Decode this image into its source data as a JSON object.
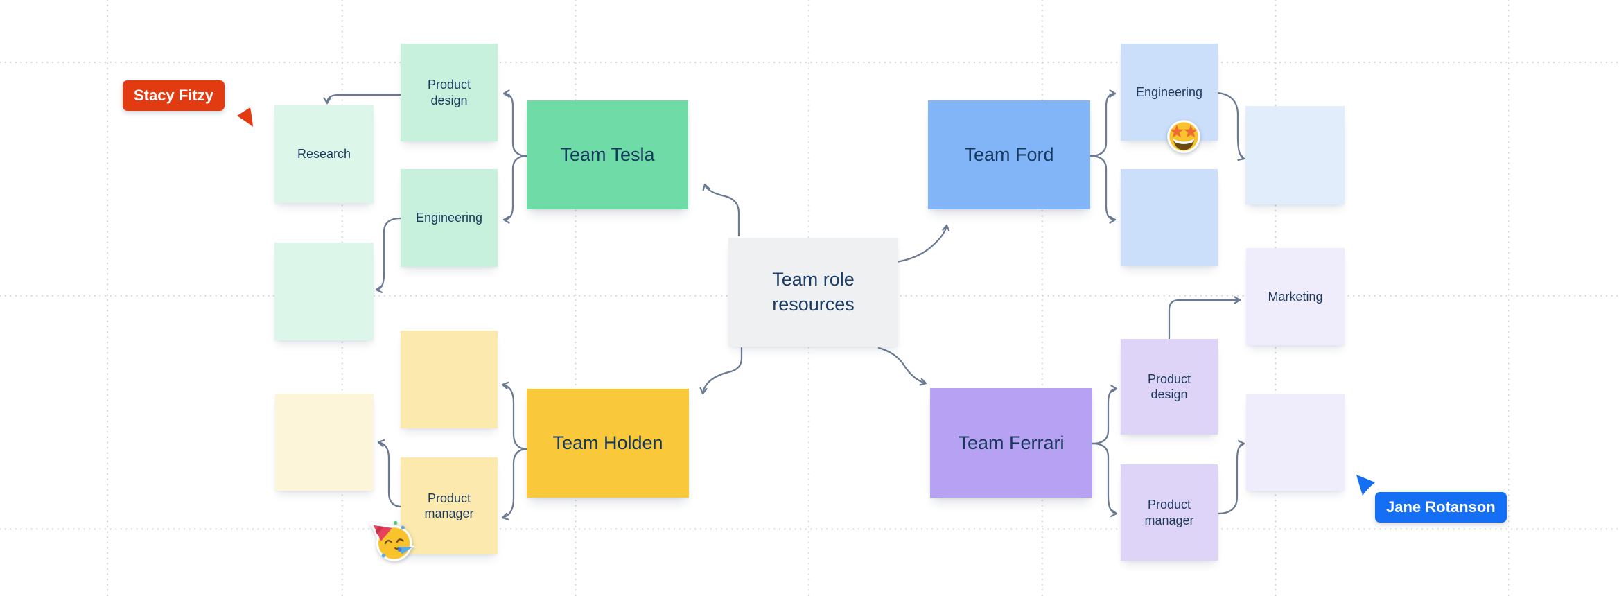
{
  "app": {
    "kind": "collaborative-whiteboard-canvas",
    "background": "#FFFFFF",
    "grid_color": "#D6D7D9",
    "connector_color": "#6B7A93",
    "text_color": "#1C3A5E"
  },
  "center_node": {
    "label": "Team role resources",
    "bg": "#EEF0F2"
  },
  "teams": [
    {
      "name": "Team Tesla",
      "color": "#6FDCA8"
    },
    {
      "name": "Team Ford",
      "color": "#82B5F7"
    },
    {
      "name": "Team Holden",
      "color": "#F9C93B"
    },
    {
      "name": "Team Ferrari",
      "color": "#B6A1F2"
    }
  ],
  "stickies": [
    {
      "label": "Research",
      "color": "#DCF6EA",
      "group": "tesla"
    },
    {
      "label": "",
      "color": "#DCF6EA",
      "group": "tesla"
    },
    {
      "label": "Product design",
      "color": "#C7F1DC",
      "group": "tesla"
    },
    {
      "label": "Engineering",
      "color": "#C7F1DC",
      "group": "tesla"
    },
    {
      "label": "",
      "color": "#FCF5D9",
      "group": "holden"
    },
    {
      "label": "",
      "color": "#FBE9AD",
      "group": "holden"
    },
    {
      "label": "Product manager",
      "color": "#FBE9AD",
      "group": "holden"
    },
    {
      "label": "Engineering",
      "color": "#CBDFFA",
      "group": "ford"
    },
    {
      "label": "",
      "color": "#CBDFFA",
      "group": "ford"
    },
    {
      "label": "",
      "color": "#E2EDFC",
      "group": "ford"
    },
    {
      "label": "Marketing",
      "color": "#EFECFB",
      "group": "ferrari"
    },
    {
      "label": "Product design",
      "color": "#DED4F8",
      "group": "ferrari"
    },
    {
      "label": "Product manager",
      "color": "#DED4F8",
      "group": "ferrari"
    },
    {
      "label": "",
      "color": "#EFECFB",
      "group": "ferrari"
    }
  ],
  "stickers": [
    {
      "icon": "star-struck-emoji",
      "location": "engineering-ford-sticky"
    },
    {
      "icon": "partying-face-emoji",
      "location": "product-manager-holden-sticky"
    }
  ],
  "cursors": [
    {
      "name": "Stacy Fitzy",
      "color": "#E23B11"
    },
    {
      "name": "Jane Rotanson",
      "color": "#146FF5"
    }
  ]
}
